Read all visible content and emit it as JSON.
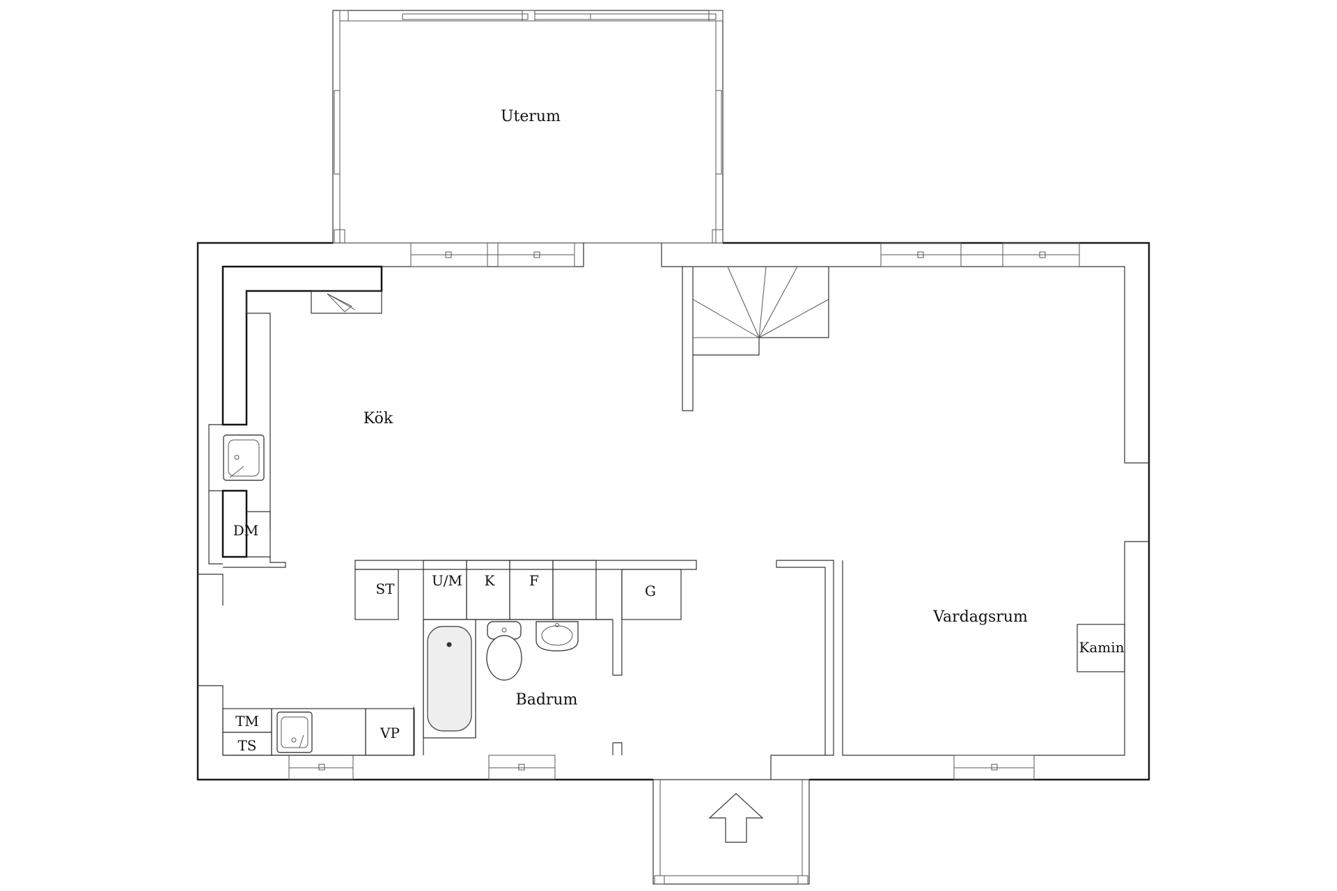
{
  "rooms": {
    "uterum": "Uterum",
    "kok": "Kök",
    "vardagsrum": "Vardagsrum",
    "badrum": "Badrum"
  },
  "fixtures": {
    "dm": "DM",
    "st": "ST",
    "um": "U/M",
    "k": "K",
    "f": "F",
    "g": "G",
    "kamin": "Kamin",
    "tm": "TM",
    "ts": "TS",
    "vp": "VP"
  },
  "colors": {
    "walls": "#1a1a1a",
    "background": "#ffffff"
  }
}
